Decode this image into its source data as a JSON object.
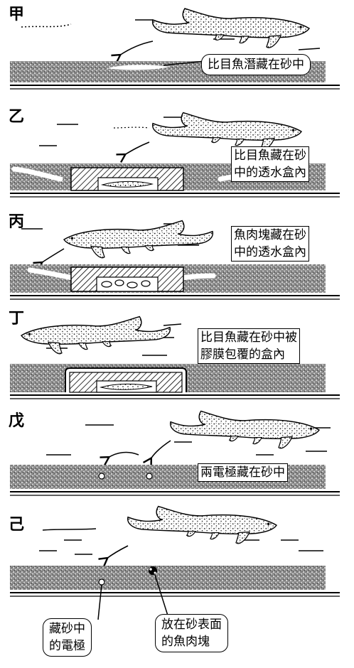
{
  "panels": [
    {
      "label": "甲",
      "caption": [
        "比目魚潛藏在砂中"
      ]
    },
    {
      "label": "乙",
      "caption": [
        "比目魚藏在砂",
        "中的透水盒內"
      ]
    },
    {
      "label": "丙",
      "caption": [
        "魚肉塊藏在砂",
        "中的透水盒內"
      ]
    },
    {
      "label": "丁",
      "caption": [
        "比目魚藏在砂中被",
        "膠膜包覆的盒內"
      ]
    },
    {
      "label": "戊",
      "caption": [
        "兩電極藏在砂中"
      ]
    },
    {
      "label": "己",
      "caption_electrode": [
        "藏砂中",
        "的電極"
      ],
      "caption_meat": [
        "放在砂表面",
        "的魚肉塊"
      ]
    }
  ],
  "colors": {
    "ink": "#000000",
    "paper": "#ffffff",
    "sand": "#7a7a7a"
  },
  "icons": [
    "shark-icon",
    "flatfish-icon",
    "meat-chunk-icon",
    "electrode-icon",
    "arrow-icon"
  ]
}
